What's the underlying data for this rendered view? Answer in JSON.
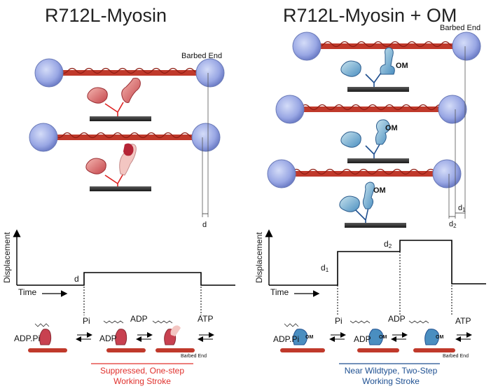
{
  "left": {
    "title": "R712L-Myosin",
    "barbed_end": "Barbed End",
    "d_label": "d",
    "graph": {
      "ylabel": "Displacement",
      "xlabel": "Time",
      "step_label": "d"
    },
    "cycle": {
      "pi": "Pi",
      "adp": "ADP",
      "atp": "ATP",
      "state1": "ADP.Pi",
      "state2": "ADP",
      "barbed_end": "Barbed End"
    },
    "caption_line1": "Suppressed, One-step",
    "caption_line2": "Working Stroke"
  },
  "right": {
    "title": "R712L-Myosin + OM",
    "barbed_end": "Barbed End",
    "om_label": "OM",
    "d1_main": "d",
    "d1_sub": "1",
    "d2_main": "d",
    "d2_sub": "2",
    "graph": {
      "ylabel": "Displacement",
      "xlabel": "Time",
      "step1_main": "d",
      "step1_sub": "1",
      "step2_main": "d",
      "step2_sub": "2"
    },
    "cycle": {
      "pi": "Pi",
      "adp": "ADP",
      "atp": "ATP",
      "state1": "ADP.Pi",
      "state2": "ADP",
      "barbed_end": "Barbed End"
    },
    "caption_line1": "Near Wildtype, Two-Step",
    "caption_line2": "Working Stroke"
  },
  "colors": {
    "left_accent": "#e0302c",
    "right_accent": "#1d4f91",
    "actin": "#c0392b",
    "bead": "#99a7e4"
  }
}
